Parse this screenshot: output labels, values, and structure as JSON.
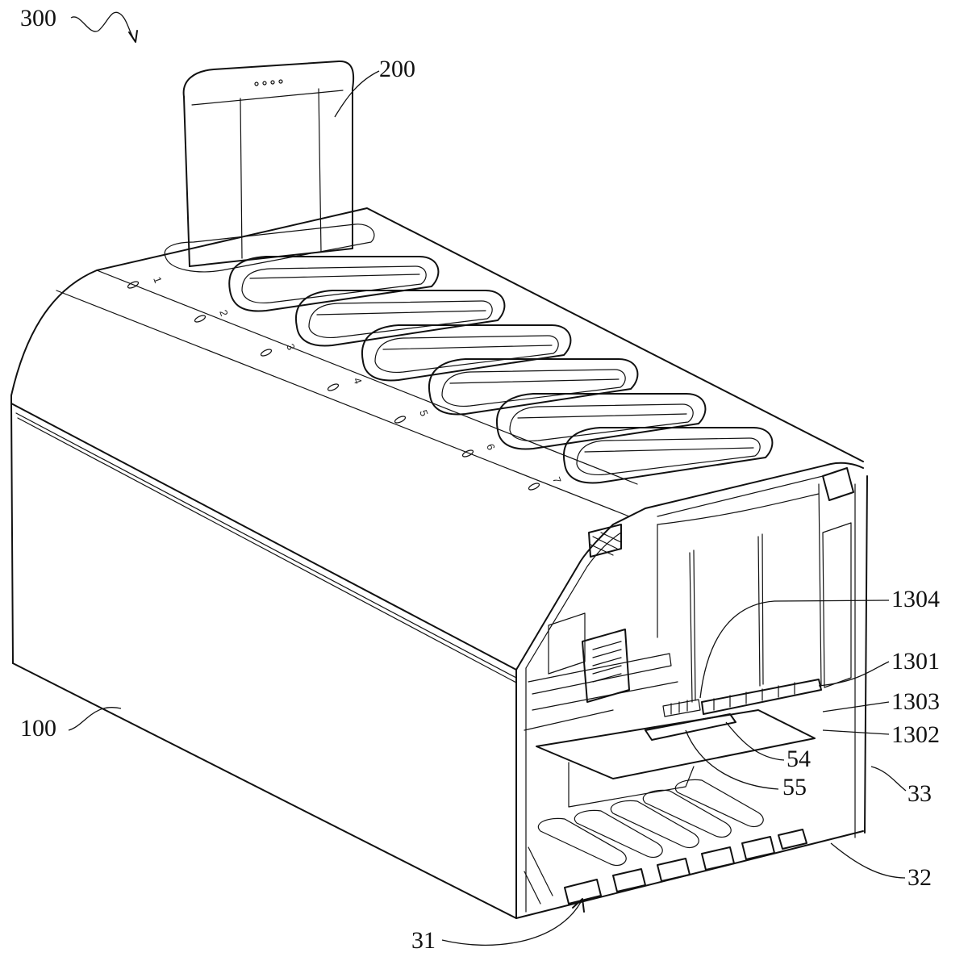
{
  "labels": {
    "l300": "300",
    "l200": "200",
    "l100": "100",
    "l1304": "1304",
    "l1301": "1301",
    "l1303": "1303",
    "l1302": "1302",
    "l54": "54",
    "l55": "55",
    "l33": "33",
    "l32": "32",
    "l31": "31"
  },
  "slot_numbers": [
    "1",
    "2",
    "3",
    "4",
    "5",
    "6",
    "7"
  ]
}
